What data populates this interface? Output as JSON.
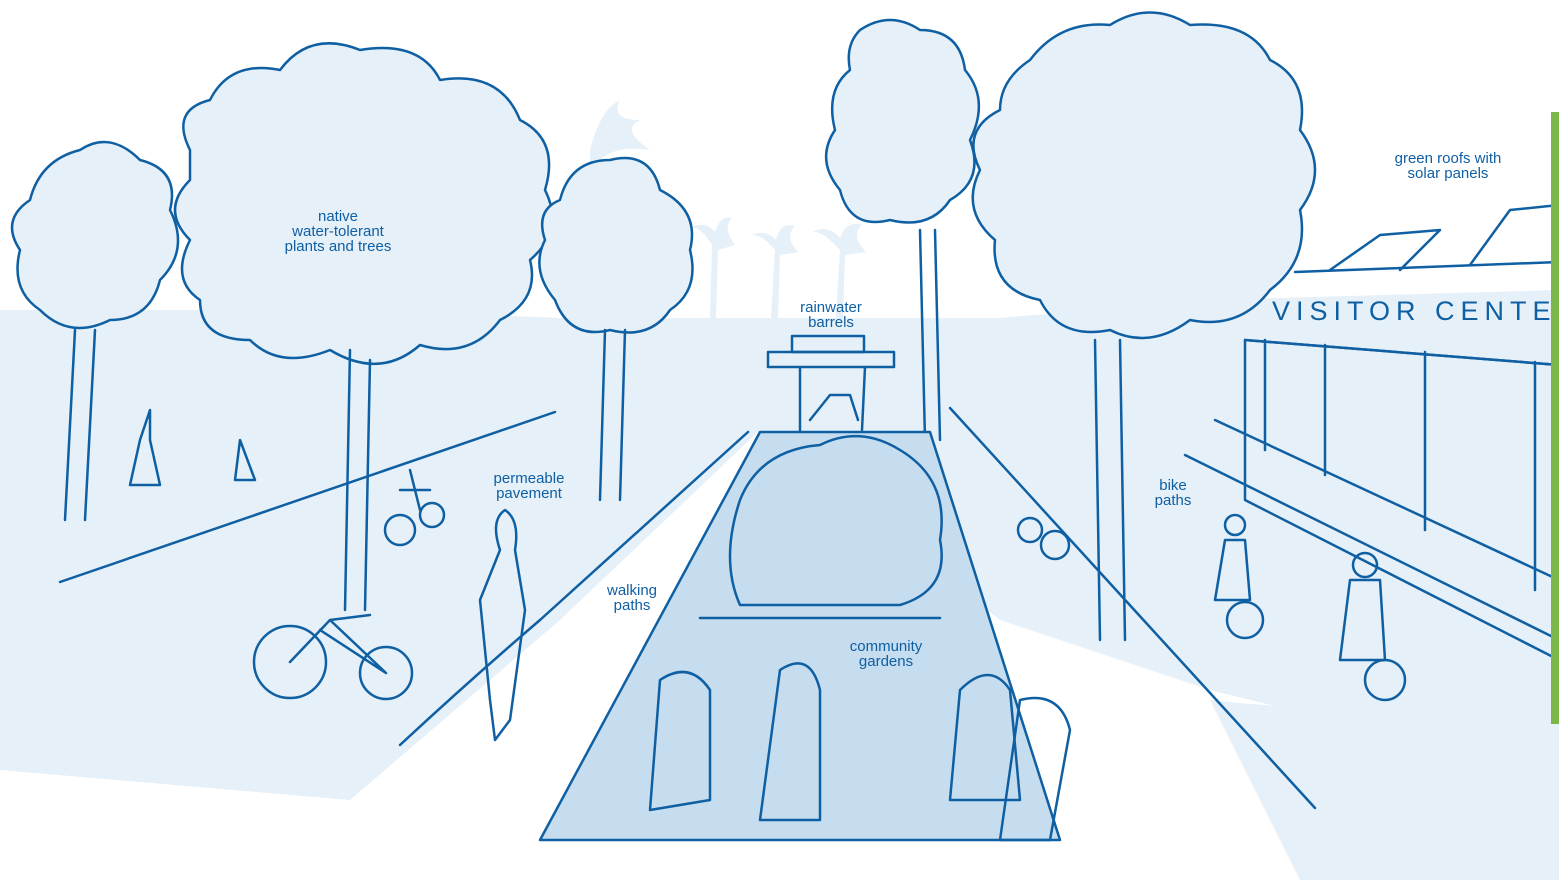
{
  "labels": {
    "plants": [
      "native",
      "water-tolerant",
      "plants and trees"
    ],
    "rain": [
      "rainwater",
      "barrels"
    ],
    "roofs": [
      "green roofs with",
      "solar panels"
    ],
    "pavement": [
      "permeable",
      "pavement"
    ],
    "walking": [
      "walking",
      "paths"
    ],
    "bike": [
      "bike",
      "paths"
    ],
    "gardens": [
      "community",
      "gardens"
    ]
  },
  "sign": "VISITOR CENTER",
  "colors": {
    "line": "#0f5fa3",
    "fill_light": "#e6f0f8",
    "fill_mid": "#c5ddef",
    "accent": "#7ab648"
  }
}
